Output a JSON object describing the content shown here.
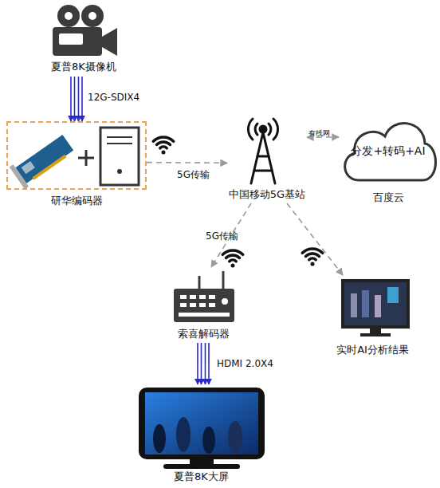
{
  "diagram": {
    "nodes": [
      {
        "text": [
          "夏普8K摄像机"
        ]
      },
      {
        "text": [
          "研华编码器"
        ]
      },
      {
        "text": [
          "中国移动5G基站"
        ]
      },
      {
        "text": [
          "分发+转码+AI",
          "百度云"
        ]
      },
      {
        "text": [
          "索喜解码器"
        ]
      },
      {
        "text": [
          "实时AI分析结果"
        ]
      },
      {
        "text": [
          "夏普8K大屏"
        ]
      }
    ],
    "edges": [
      {
        "from": 0,
        "to": 1,
        "arrow": "to",
        "label": "12G-SDIX4"
      },
      {
        "from": 1,
        "to": 2,
        "arrow": "to",
        "label": "5G传输"
      },
      {
        "from": 2,
        "to": 3,
        "arrow": "both",
        "label": "有线网"
      },
      {
        "from": 2,
        "to": 4,
        "arrow": "to",
        "label": "5G传输"
      },
      {
        "from": 2,
        "to": 5,
        "arrow": "to"
      },
      {
        "from": 4,
        "to": 6,
        "arrow": "to",
        "label": "HDMI 2.0X4"
      }
    ]
  }
}
